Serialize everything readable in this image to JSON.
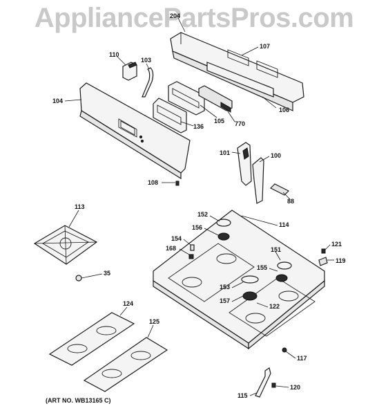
{
  "watermark": "AppliancePartsPros.com",
  "art_number": "(ART NO. WB13165 C)",
  "callouts": [
    "204",
    "107",
    "110",
    "103",
    "104",
    "106",
    "105",
    "770",
    "136",
    "101",
    "100",
    "108",
    "88",
    "113",
    "152",
    "114",
    "156",
    "154",
    "168",
    "151",
    "121",
    "119",
    "35",
    "155",
    "153",
    "157",
    "122",
    "124",
    "125",
    "117",
    "115",
    "120"
  ]
}
